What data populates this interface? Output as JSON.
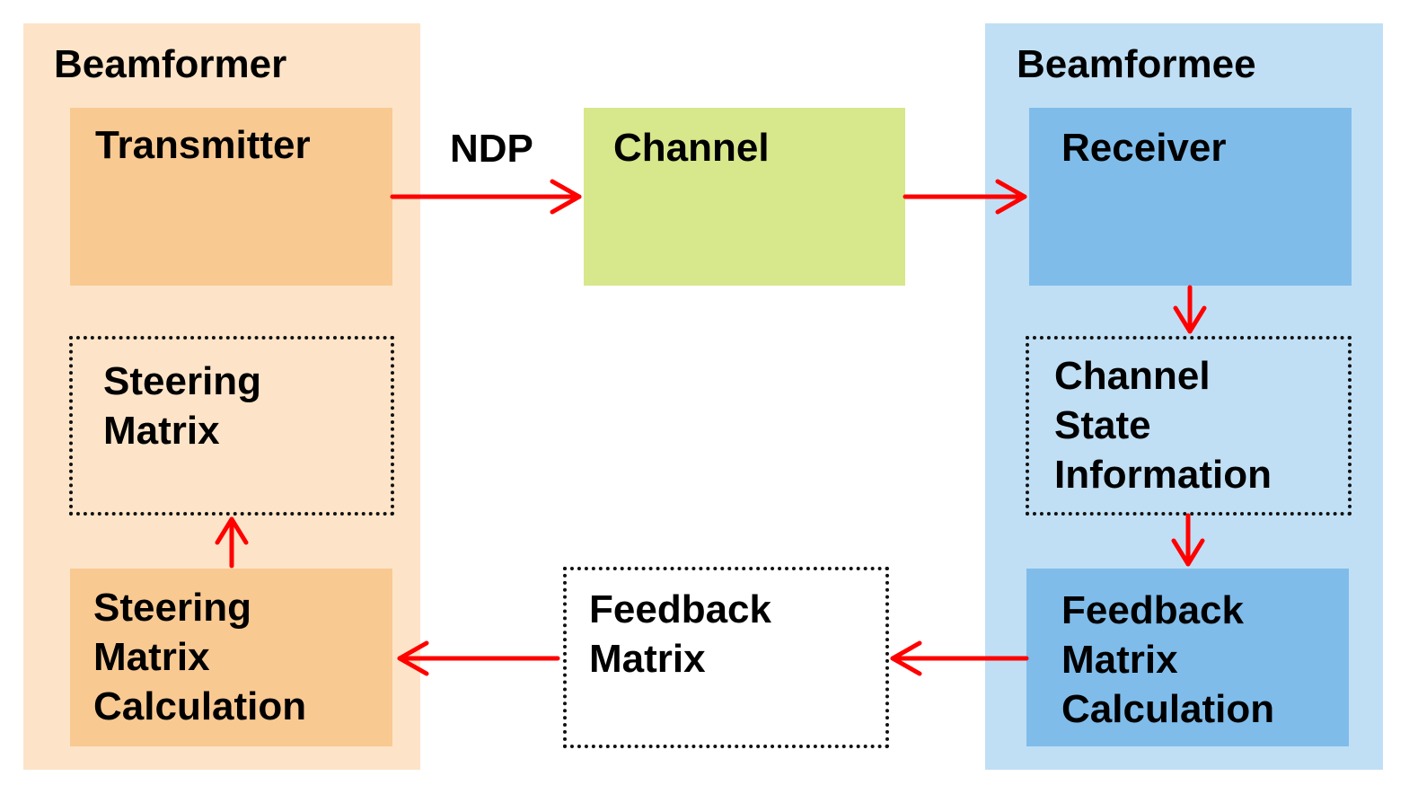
{
  "colors": {
    "beamformer_region": "#fde4c8",
    "beamformee_region": "#c0dff5",
    "orange_block": "#f9c992",
    "green_block": "#d7e78b",
    "blue_block": "#7fbcea",
    "arrow": "#ff0000"
  },
  "beamformer": {
    "title": "Beamformer",
    "transmitter": "Transmitter",
    "steering_matrix": "Steering\nMatrix",
    "steering_calc": "Steering\nMatrix\nCalculation"
  },
  "beamformee": {
    "title": "Beamformee",
    "receiver": "Receiver",
    "csi": "Channel\nState\nInformation",
    "feedback_calc": "Feedback\nMatrix\nCalculation"
  },
  "middle": {
    "ndp_label": "NDP",
    "channel": "Channel",
    "feedback_matrix": "Feedback\nMatrix"
  }
}
